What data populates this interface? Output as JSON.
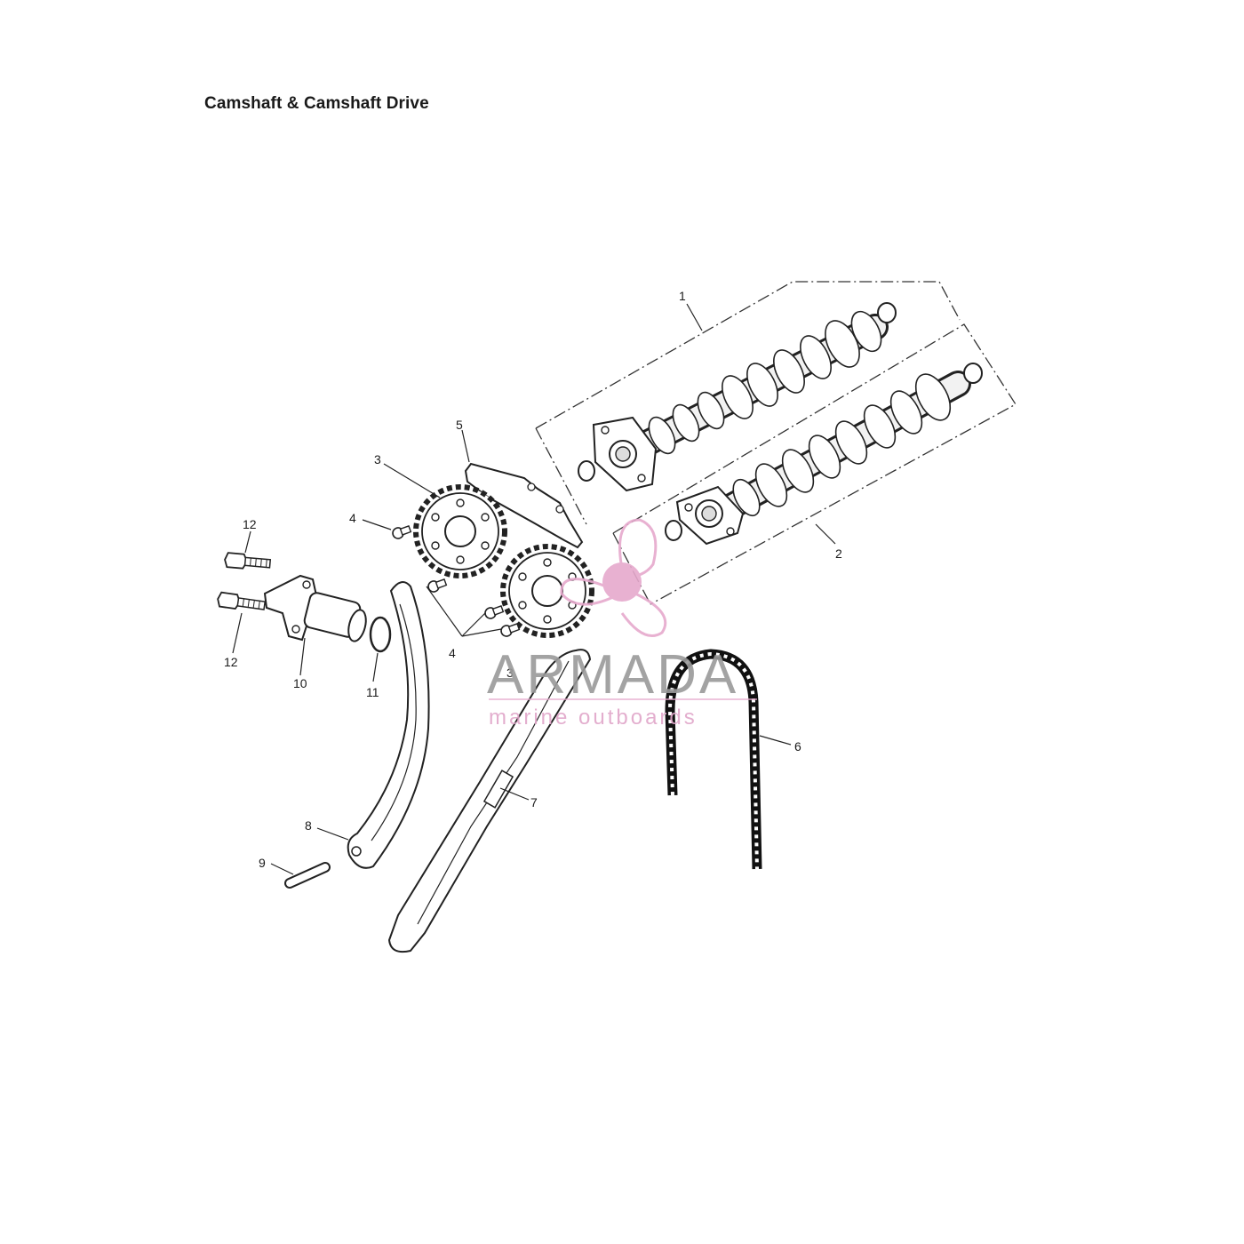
{
  "title": "Camshaft & Camshaft Drive",
  "callouts": [
    {
      "id": "c1",
      "label": "1"
    },
    {
      "id": "c2",
      "label": "2"
    },
    {
      "id": "c3a",
      "label": "3"
    },
    {
      "id": "c3b",
      "label": "3"
    },
    {
      "id": "c4a",
      "label": "4"
    },
    {
      "id": "c4b",
      "label": "4"
    },
    {
      "id": "c5",
      "label": "5"
    },
    {
      "id": "c6",
      "label": "6"
    },
    {
      "id": "c7",
      "label": "7"
    },
    {
      "id": "c8",
      "label": "8"
    },
    {
      "id": "c9",
      "label": "9"
    },
    {
      "id": "c10",
      "label": "10"
    },
    {
      "id": "c11",
      "label": "11"
    },
    {
      "id": "c12a",
      "label": "12"
    },
    {
      "id": "c12b",
      "label": "12"
    }
  ],
  "watermark": {
    "brand": "ARMADA",
    "tagline": "marine outboards",
    "logo_icon": "propeller-icon",
    "accent_color": "#e6a9cd"
  }
}
